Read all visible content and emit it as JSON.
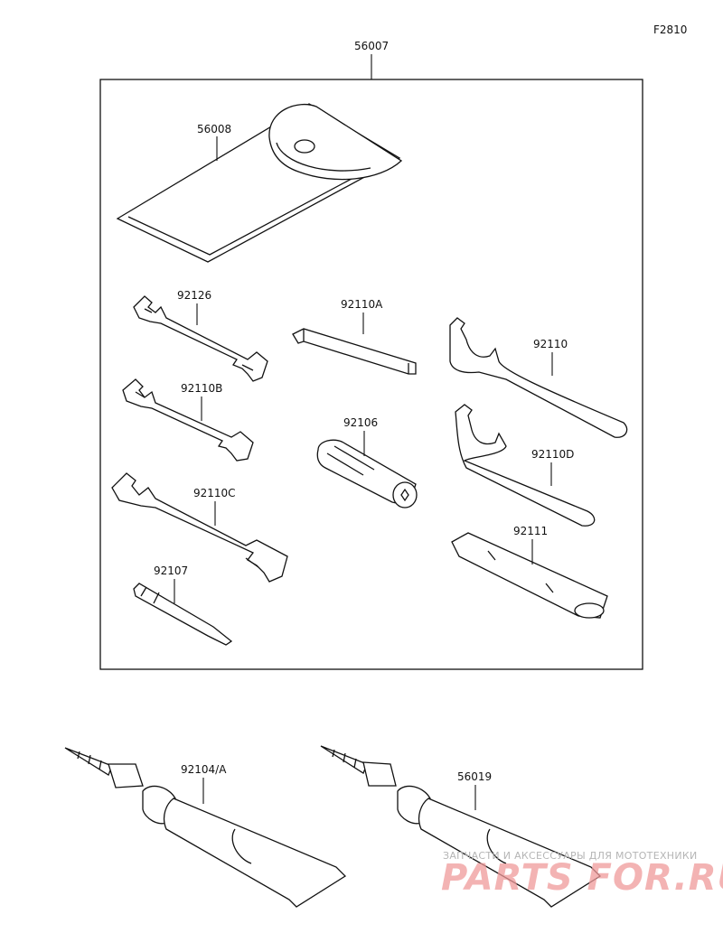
{
  "figure_code": "F2810",
  "kit_part": "56007",
  "parts": {
    "p56008": "56008",
    "p92126": "92126",
    "p92110A": "92110A",
    "p92110": "92110",
    "p92110B": "92110B",
    "p92106": "92106",
    "p92110D": "92110D",
    "p92110C": "92110C",
    "p92111": "92111",
    "p92107": "92107",
    "p92104A": "92104/A",
    "p56019": "56019"
  },
  "watermark": {
    "tagline": "ЗАПЧАСТИ И АКСЕССУАРЫ ДЛЯ МОТОТЕХНИКИ",
    "logo": "PARTS FOR.RU"
  }
}
